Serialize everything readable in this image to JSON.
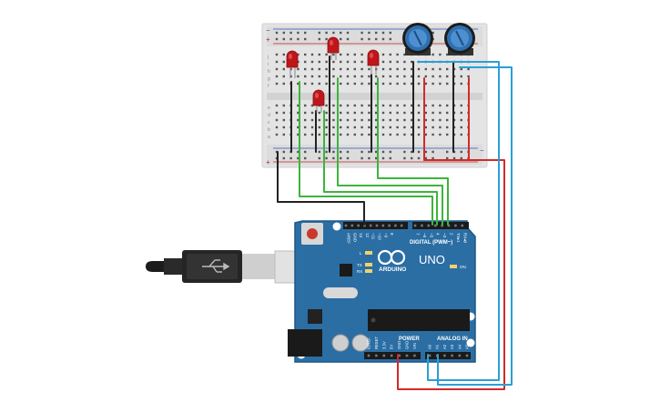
{
  "board": {
    "model": "UNO",
    "brand": "ARDUINO",
    "header_digital": "DIGITAL (PWM~)",
    "header_power": "POWER",
    "header_analog": "ANALOG IN",
    "digital_pins": [
      "AREF",
      "GND",
      "13",
      "12",
      "~11",
      "~10",
      "~9",
      "8",
      "7",
      "~6",
      "~5",
      "4",
      "~3",
      "2",
      "TX▸1",
      "RX◂0"
    ],
    "power_pins": [
      "IOREF",
      "RESET",
      "3.3V",
      "5V",
      "GND",
      "GND",
      "VIN"
    ],
    "analog_pins": [
      "A0",
      "A1",
      "A2",
      "A3",
      "A4",
      "A5"
    ],
    "led_labels": [
      "L",
      "TX",
      "RX"
    ],
    "on_label": "ON"
  },
  "breadboard": {
    "row_letters_top": [
      "j",
      "i",
      "h",
      "g",
      "f"
    ],
    "row_letters_bottom": [
      "e",
      "d",
      "c",
      "b",
      "a"
    ],
    "rail_plus": "+",
    "rail_minus": "−"
  },
  "colors": {
    "board": "#2b6ea4",
    "board_dark": "#1f5785",
    "breadboard": "#e6e6e6",
    "led": "#c0161a",
    "pot": "#2f6fb0",
    "wire_green": "#3cb53c",
    "wire_blue": "#2a9fd6",
    "wire_red": "#d42a2a",
    "wire_black": "#222222"
  }
}
